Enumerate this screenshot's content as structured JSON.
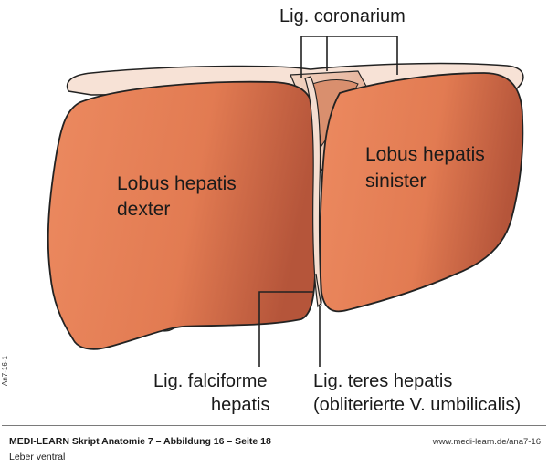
{
  "labels": {
    "coronarium": "Lig. coronarium",
    "lobus_dexter_line1": "Lobus hepatis",
    "lobus_dexter_line2": "dexter",
    "lobus_sinister_line1": "Lobus hepatis",
    "lobus_sinister_line2": "sinister",
    "falciforme_line1": "Lig. falciforme",
    "falciforme_line2": "hepatis",
    "teres_line1": "Lig. teres hepatis",
    "teres_line2": "(obliterierte V. umbilicalis)"
  },
  "side_code": "An7-16-1",
  "footer": {
    "title": "MEDI-LEARN Skript Anatomie 7 – Abbildung 16 – Seite 18",
    "subtitle": "Leber ventral",
    "url": "www.medi-learn.de/ana7-16"
  },
  "colors": {
    "liver_light": "#e8825a",
    "liver_dark": "#b8553a",
    "diaphragm": "#f7e2d6",
    "gallbladder": "#c9d98e",
    "outline": "#222222"
  }
}
